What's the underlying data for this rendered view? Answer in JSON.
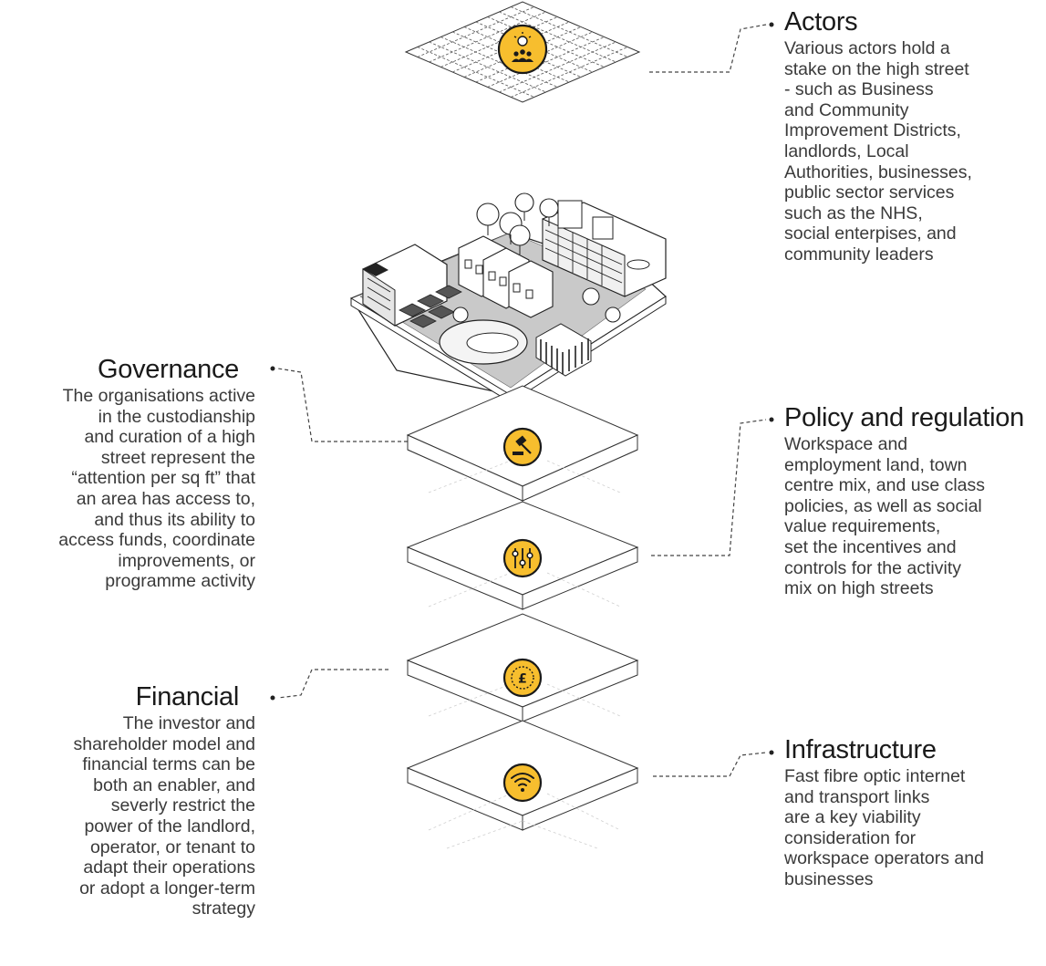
{
  "labels": {
    "actors": {
      "title": "Actors",
      "text": [
        "Various actors hold a",
        "stake on the high street",
        "- such as Business",
        "and Community",
        "Improvement Districts,",
        "landlords, Local",
        "Authorities, businesses,",
        "public sector services",
        "such as the NHS,",
        "social enterpises, and",
        "community leaders"
      ]
    },
    "policy": {
      "title": "Policy and regulation",
      "text": [
        "Workspace and",
        "employment land, town",
        "centre mix, and use class",
        "policies, as well as social",
        "value requirements,",
        "set the incentives and",
        "controls for the activity",
        "mix on high streets"
      ]
    },
    "infrastructure": {
      "title": "Infrastructure",
      "text": [
        "Fast fibre optic internet",
        "and transport links",
        "are a key viability",
        "consideration for",
        "workspace operators and",
        "businesses"
      ]
    },
    "governance": {
      "title": "Governance",
      "text": [
        "The organisations active",
        "in the custodianship",
        "and curation of a high",
        "street represent the",
        "“attention per sq ft” that",
        "an area has access to,",
        "and thus its ability to",
        "access funds, coordinate",
        "improvements, or",
        "programme activity"
      ]
    },
    "financial": {
      "title": "Financial",
      "text": [
        "The investor and",
        "shareholder model and",
        "financial terms can be",
        "both an enabler, and",
        "severly restrict the",
        "power of the landlord,",
        "operator, or tenant to",
        "adapt their operations",
        "or adopt a longer-term",
        "strategy"
      ]
    }
  },
  "icons": {
    "actors_layer": "lightbulb-people-icon",
    "governance_layer": "gavel-icon",
    "policy_layer": "sliders-icon",
    "financial_layer": "pound-coin-icon",
    "infrastructure_layer": "wifi-icon"
  },
  "colors": {
    "accent": "#F7BE2E",
    "line": "#1a1a1a",
    "text": "#333333"
  }
}
